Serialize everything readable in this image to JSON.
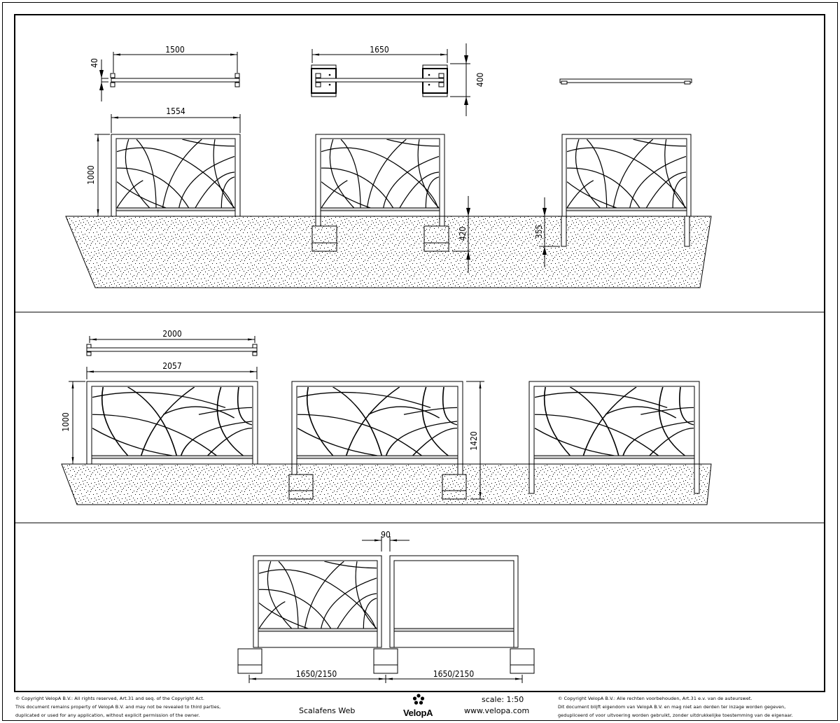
{
  "drawing": {
    "title": "Scalafens Web",
    "scale": "scale: 1:50",
    "website": "www.velopa.com",
    "brand": "VelopA",
    "colors": {
      "line": "#000000",
      "background": "#ffffff",
      "gravel_dot": "#000000"
    }
  },
  "section1": {
    "top_view_1": {
      "width_dim": "1500",
      "depth_dim": "40"
    },
    "top_view_2": {
      "width_dim": "1650",
      "depth_dim": "400"
    },
    "elevation_1": {
      "width_dim": "1554",
      "height_dim": "1000"
    },
    "elevation_2": {
      "foundation_dim": "420"
    },
    "elevation_3": {
      "embed_dim": "355"
    }
  },
  "section2": {
    "top_view": {
      "width_dim": "2000"
    },
    "elevation_1": {
      "width_dim": "2057",
      "height_dim": "1000"
    },
    "elevation_2": {
      "total_height_dim": "1420"
    }
  },
  "section3": {
    "gap_dim": "90",
    "span_left": "1650/2150",
    "span_right": "1650/2150"
  },
  "footer": {
    "copyright_en": [
      "© Copyright VelopA B.V.: All rights reserved, Art.31 and seq. of the Copyright Act.",
      "This document remains property of VelopA B.V. and may not be revealed to third parties,",
      "duplicated or used for any application, without explicit permission of the owner."
    ],
    "copyright_nl": [
      "© Copyright VelopA B.V.: Alle rechten voorbehouden, Art.31 e.v. van de auteurswet.",
      "Dit document blijft eigendom van VelopA B.V. en mag niet aan derden ter inzage worden gegeven,",
      "gedupliceerd of voor uitvoering worden gebruikt, zonder uitdrukkelijke toestemming van de eigenaar."
    ]
  }
}
